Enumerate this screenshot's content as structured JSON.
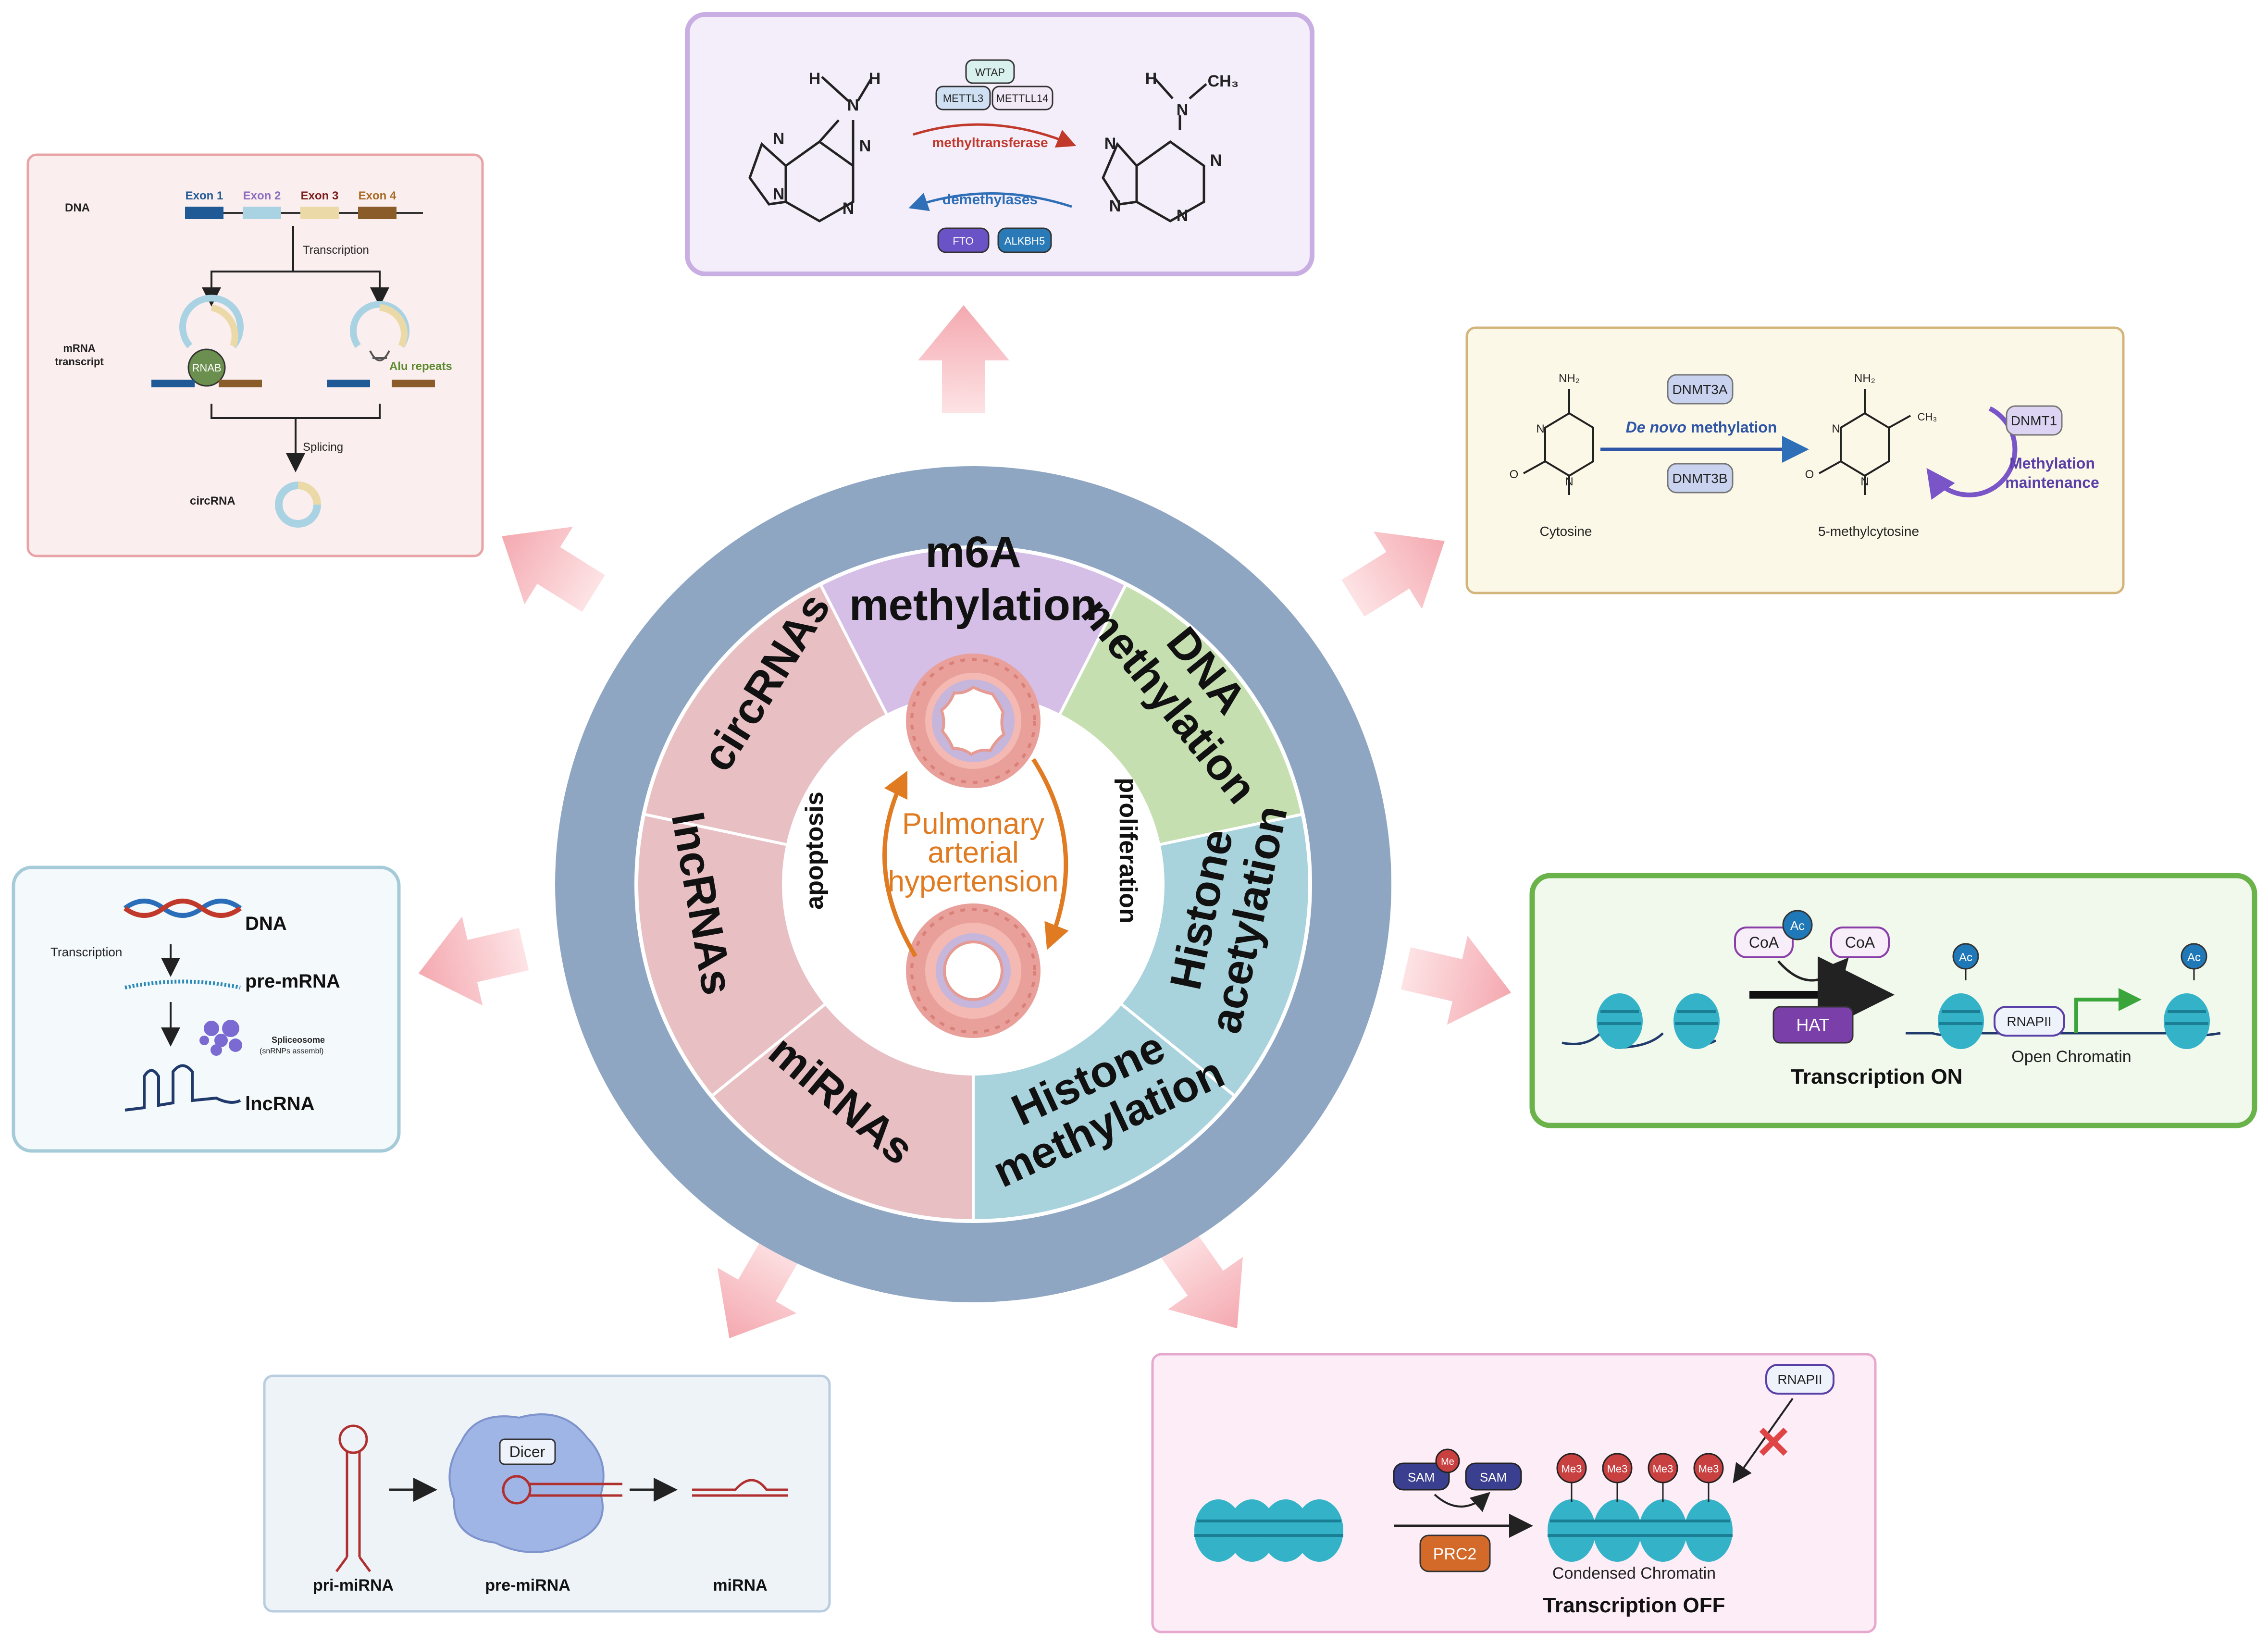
{
  "colors": {
    "ring_outer": "#8fa6c3",
    "m6a": "#d5bfe6",
    "dna": "#c5dfb1",
    "histone_acet": "#a9d3dc",
    "histone_meth": "#a9d3dc",
    "mirna": "#e8bfc3",
    "lncrna": "#e8bfc3",
    "circrna": "#e8bfc3",
    "center_text": "#e07b22",
    "arrow_pink": "#f6c2c6"
  },
  "center": {
    "title_line1": "Pulmonary",
    "title_line2": "arterial",
    "title_line3": "hypertension",
    "left_label": "apoptosis",
    "right_label": "proliferation"
  },
  "segments": {
    "m6a_line1": "m6A",
    "m6a_line2": "methylation",
    "dna_line1": "DNA",
    "dna_line2": "methylation",
    "hac_line1": "Histone",
    "hac_line2": "acetylation",
    "hme_line1": "Histone",
    "hme_line2": "methylation",
    "mirna": "miRNAs",
    "lncrna": "lncRNAs",
    "circrna": "circRNAs"
  },
  "m6a_panel": {
    "h1": "H",
    "h2": "H",
    "n_amine": "N",
    "ch3": "CH₃",
    "h3": "H",
    "n_amine2": "N",
    "ring_n": "N",
    "wtap": "WTAP",
    "mettl3": "METTL3",
    "mettl14": "METTLL14",
    "methyltransferase": "methyltransferase",
    "demethylases": "demethylases",
    "fto": "FTO",
    "alkbh5": "ALKBH5"
  },
  "circ_panel": {
    "dna": "DNA",
    "exon1": "Exon 1",
    "exon2": "Exon 2",
    "exon3": "Exon 3",
    "exon4": "Exon 4",
    "transcription": "Transcription",
    "mrna1": "mRNA",
    "mrna2": "transcript",
    "rnab": "RNAB",
    "alu": "Alu repeats",
    "splicing": "Splicing",
    "circrna": "circRNA"
  },
  "dna_panel": {
    "nh2": "NH₂",
    "n": "N",
    "o": "O",
    "ch3": "CH₃",
    "dnmt3a": "DNMT3A",
    "dnmt3b": "DNMT3B",
    "de_novo_italic": "De novo",
    "de_novo_rest": " methylation",
    "cytosine": "Cytosine",
    "five_mc": "5-methylcytosine",
    "dnmt1": "DNMT1",
    "maint1": "Methylation",
    "maint2": "maintenance"
  },
  "lnc_panel": {
    "dna": "DNA",
    "transcription": "Transcription",
    "premrna": "pre-mRNA",
    "splice1": "Spliceosome",
    "splice2": "(snRNPs assembl)",
    "lncrna": "lncRNA"
  },
  "hac_panel": {
    "coa1": "CoA",
    "coa2": "CoA",
    "ac": "Ac",
    "hat": "HAT",
    "rnapii": "RNAPII",
    "open": "Open Chromatin",
    "on": "Transcription ON"
  },
  "mirna_panel": {
    "dicer": "Dicer",
    "pri": "pri-miRNA",
    "pre": "pre-miRNA",
    "mirna": "miRNA"
  },
  "hme_panel": {
    "rnapii": "RNAPII",
    "sam1": "SAM",
    "sam2": "SAM",
    "me": "Me",
    "me3": "Me3",
    "prc2": "PRC2",
    "condensed": "Condensed Chromatin",
    "off": "Transcription OFF"
  }
}
